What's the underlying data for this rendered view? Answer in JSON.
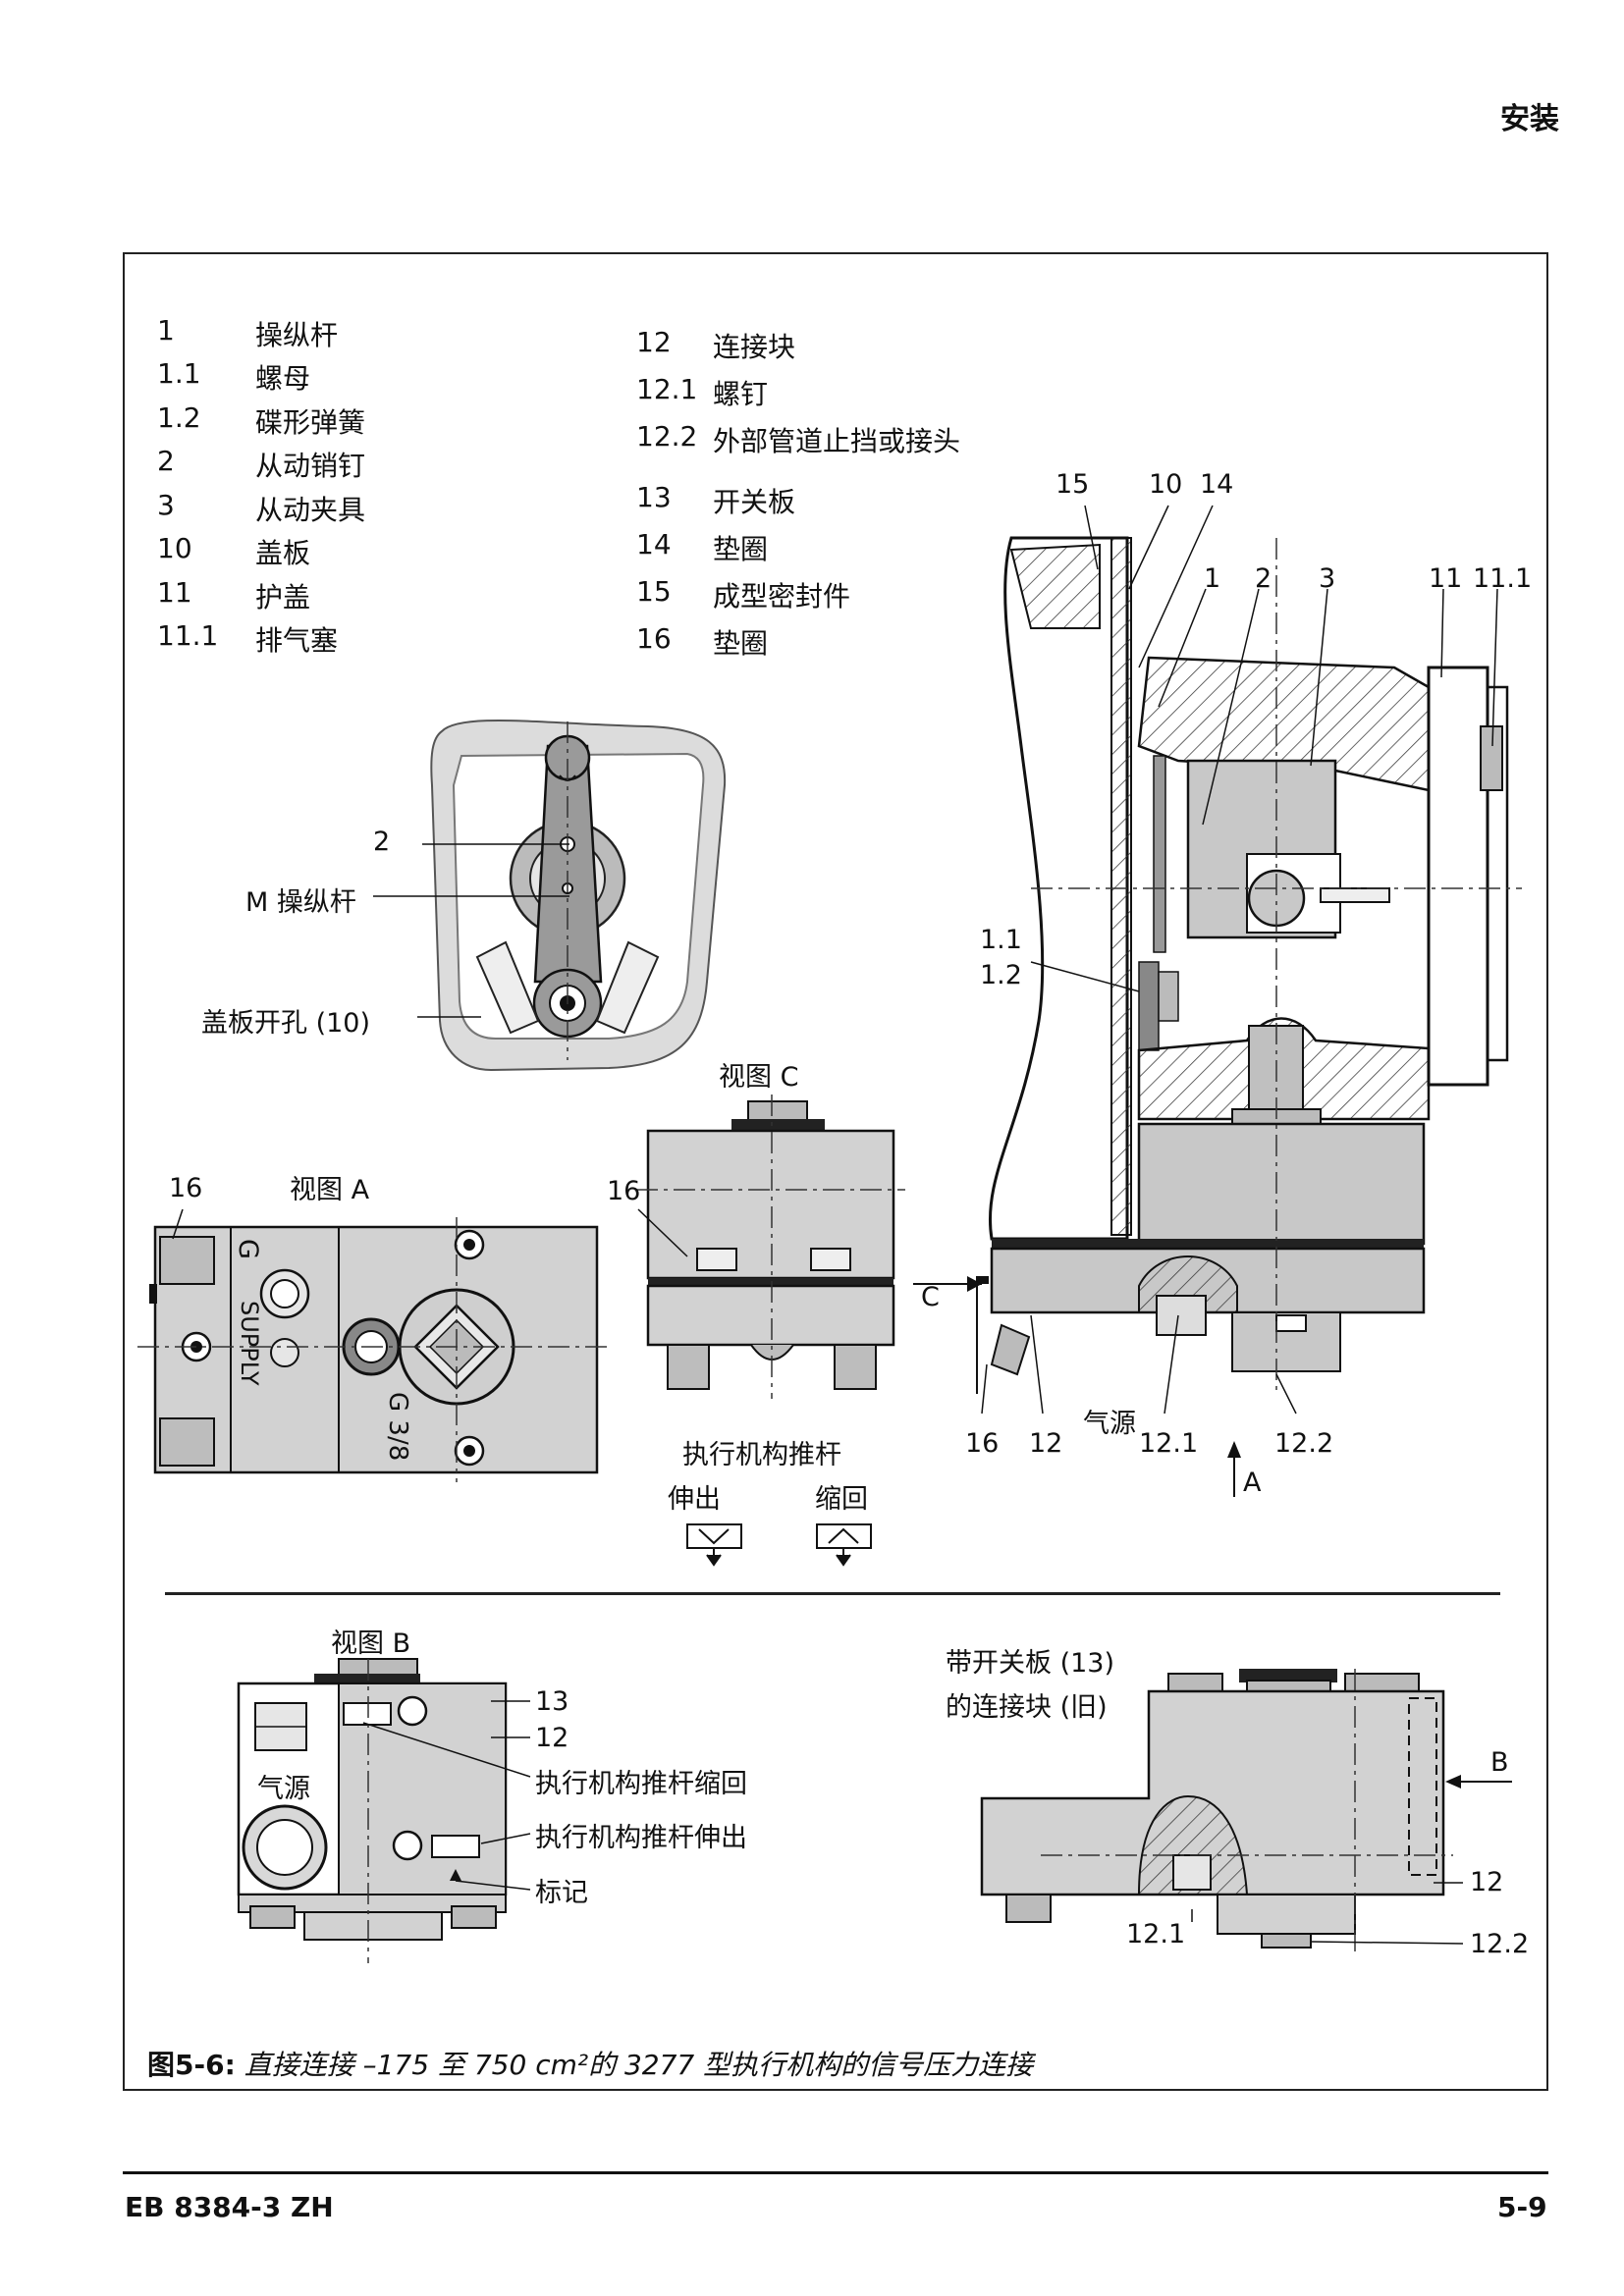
{
  "header": {
    "section": "安装"
  },
  "legend_left": [
    {
      "num": "1",
      "text": "操纵杆"
    },
    {
      "num": "1.1",
      "text": "螺母"
    },
    {
      "num": "1.2",
      "text": "碟形弹簧"
    },
    {
      "num": "2",
      "text": "从动销钉"
    },
    {
      "num": "3",
      "text": "从动夹具"
    },
    {
      "num": "10",
      "text": "盖板"
    },
    {
      "num": "11",
      "text": "护盖"
    },
    {
      "num": "11.1",
      "text": "排气塞"
    }
  ],
  "legend_right": [
    {
      "num": "12",
      "text": "连接块"
    },
    {
      "num": "12.1",
      "text": "螺钉"
    },
    {
      "num": "12.2",
      "text": "外部管道止挡或接头"
    },
    {
      "num": "13",
      "text": "开关板"
    },
    {
      "num": "14",
      "text": "垫圈"
    },
    {
      "num": "15",
      "text": "成型密封件"
    },
    {
      "num": "16",
      "text": "垫圈"
    }
  ],
  "lever_view": {
    "label_2": "2",
    "label_m": "M 操纵杆",
    "label_cover": "盖板开孔 (10)"
  },
  "view_a": {
    "title": "视图 A",
    "label_16": "16",
    "port_g": "G",
    "supply": "SUPPLY",
    "port_g38": "G 3/8"
  },
  "view_c": {
    "title": "视图 C",
    "label_16": "16",
    "stem_title": "执行机构推杆",
    "extend": "伸出",
    "retract": "缩回"
  },
  "section_view": {
    "callouts_top": [
      "15",
      "10",
      "14"
    ],
    "callouts_mid": [
      "1",
      "2",
      "3",
      "11",
      "11.1"
    ],
    "callout_11": "1.1",
    "callout_12": "1.2",
    "arrow_c": "C",
    "bottom_labels": [
      "16",
      "12",
      "12.1",
      "12.2"
    ],
    "supply": "气源",
    "arrow_a": "A"
  },
  "view_b": {
    "title": "视图 B",
    "label_13": "13",
    "label_12": "12",
    "supply": "气源",
    "retract_label": "执行机构推杆缩回",
    "extend_label": "执行机构推杆伸出",
    "mark_label": "标记"
  },
  "old_block": {
    "title_line1": "带开关板 (13)",
    "title_line2": "的连接块 (旧)",
    "arrow_b": "B",
    "label_12": "12",
    "label_121": "12.1",
    "label_122": "12.2"
  },
  "caption": {
    "fig": "图5-6:",
    "text": "直接连接 –175 至 750 cm²的 3277 型执行机构的信号压力连接"
  },
  "footer": {
    "doc": "EB 8384-3 ZH",
    "page": "5-9"
  }
}
